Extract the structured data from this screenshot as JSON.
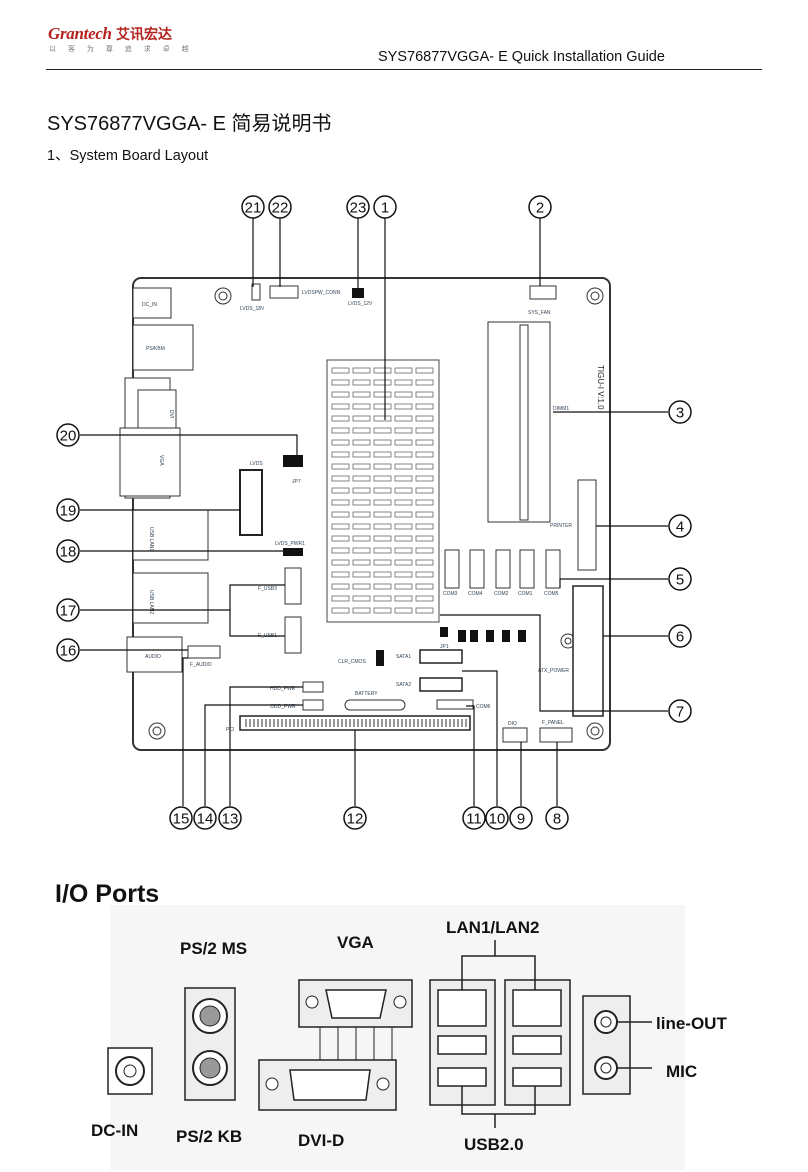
{
  "header": {
    "logo_text": "Grantech",
    "logo_cn": "艾讯宏达",
    "logo_sub": "以 客 为 尊   追 求 卓 越",
    "title": "SYS76877VGGA- E Quick Installation Guide"
  },
  "document": {
    "title": "SYS76877VGGA- E 简易说明书",
    "section_1": "1、System Board Layout"
  },
  "board": {
    "callouts": [
      "1",
      "2",
      "3",
      "4",
      "5",
      "6",
      "7",
      "8",
      "9",
      "10",
      "11",
      "12",
      "13",
      "14",
      "15",
      "16",
      "17",
      "18",
      "19",
      "20",
      "21",
      "22",
      "23"
    ],
    "labels": {
      "dc_in": "DC_IN",
      "ps2kbm": "PS/KBM",
      "dvi": "DVI",
      "vga": "VGA",
      "lvds": "LVDS",
      "jp7": "JP7",
      "usb_lan1": "USB LAN1",
      "usb_lan2": "USB LAN2",
      "lvds_pwr1": "LVDS_PWR1",
      "f_usb3": "F_USB3",
      "f_usb1": "F_USB1",
      "audio": "AUDIO",
      "f_audio": "F_AUDIO",
      "clr_cmos": "CLR_CMOS",
      "battery": "BATTERY",
      "hdd_pwr": "HDD_PWR",
      "odd_pwr": "ODD_PWR",
      "pci": "PCI",
      "sata1": "SATA1",
      "sata2": "SATA2",
      "com6": "COM6",
      "dio": "DIO",
      "f_panel": "F_PANEL",
      "atx_power": "ATX_POWER",
      "printer": "PRINTER",
      "dimm1": "DIMM1",
      "sys_fan": "SYS_FAN",
      "lvds_12v": "LVDS_12V",
      "lvds_18v": "LVDS_18V",
      "lvdspw_conn": "LVDSPW_CONN",
      "com3": "COM3",
      "com4": "COM4",
      "com2": "COM2",
      "com1": "COM1",
      "com5": "COM5",
      "jp1": "JP1",
      "board_rev": "TIGU-I V:1.0"
    }
  },
  "io": {
    "title": "I/O Ports",
    "labels": {
      "ps2_ms": "PS/2 MS",
      "vga": "VGA",
      "lan": "LAN1/LAN2",
      "line_out": "line-OUT",
      "mic": "MIC",
      "dc_in": "DC-IN",
      "ps2_kb": "PS/2 KB",
      "dvi_d": "DVI-D",
      "usb": "USB2.0"
    }
  }
}
